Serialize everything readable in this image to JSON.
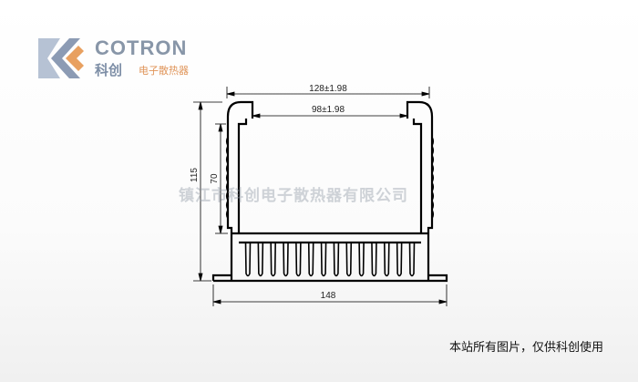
{
  "logo": {
    "brand_en": "COTRON",
    "brand_cn": "科创",
    "brand_sub": "电子散热器"
  },
  "drawing": {
    "dim_top_outer": "128±1.98",
    "dim_top_inner": "98±1.98",
    "dim_height_total": "115",
    "dim_height_cavity": "70",
    "dim_base_width": "148"
  },
  "watermark": "镇江市科创电子散热器有限公司",
  "footer_note": "本站所有图片，仅供科创使用",
  "colors": {
    "logo_blue": "#8c9bb4",
    "logo_orange": "#e8a060",
    "line": "#000000"
  }
}
